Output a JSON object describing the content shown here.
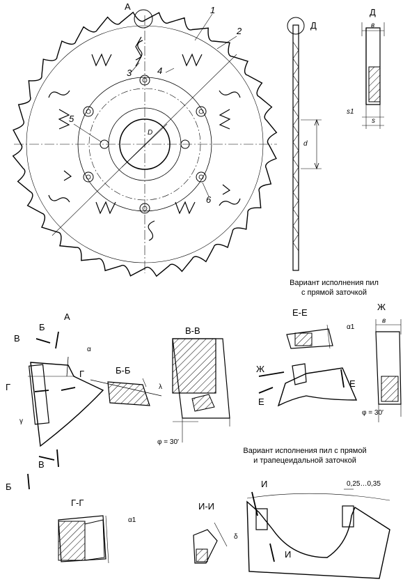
{
  "labels": {
    "view_a": "А",
    "view_d": "Д",
    "view_d_detail": "Д",
    "callout_1": "1",
    "callout_2": "2",
    "callout_3": "3",
    "callout_4": "4",
    "callout_5": "5",
    "callout_6": "6",
    "dim_D": "D",
    "dim_d": "d",
    "dim_b_top": "в",
    "dim_s1": "s1",
    "dim_s": "s",
    "detail_a": "А",
    "sec_bb_title": "Б-Б",
    "sec_vv_title": "В-В",
    "sec_ee_title": "Е-Е",
    "sec_zh_title": "Ж",
    "sec_gg_title": "Г-Г",
    "sec_ii_title": "И-И",
    "cut_b1": "Б",
    "cut_v1": "В",
    "cut_g1": "Г",
    "cut_g2": "Г",
    "cut_v2": "В",
    "cut_b2": "Б",
    "cut_zh": "Ж",
    "cut_e1": "Е",
    "cut_e2": "Е",
    "cut_i1": "И",
    "cut_i2": "И",
    "alpha": "α",
    "gamma": "γ",
    "lambda": "λ",
    "alpha1_ee": "α1",
    "alpha1_gg": "α1",
    "delta": "δ",
    "b_zh": "в",
    "phi_vv": "φ = 30′",
    "phi_zh": "φ = 30′",
    "tol": "0,25…0,35"
  },
  "captions": {
    "straight_1": "Вариант исполнения пил",
    "straight_2": "с прямой заточкой",
    "trap_1": "Вариант исполнения пил с прямой",
    "trap_2": "и трапецеидальной заточкой"
  }
}
